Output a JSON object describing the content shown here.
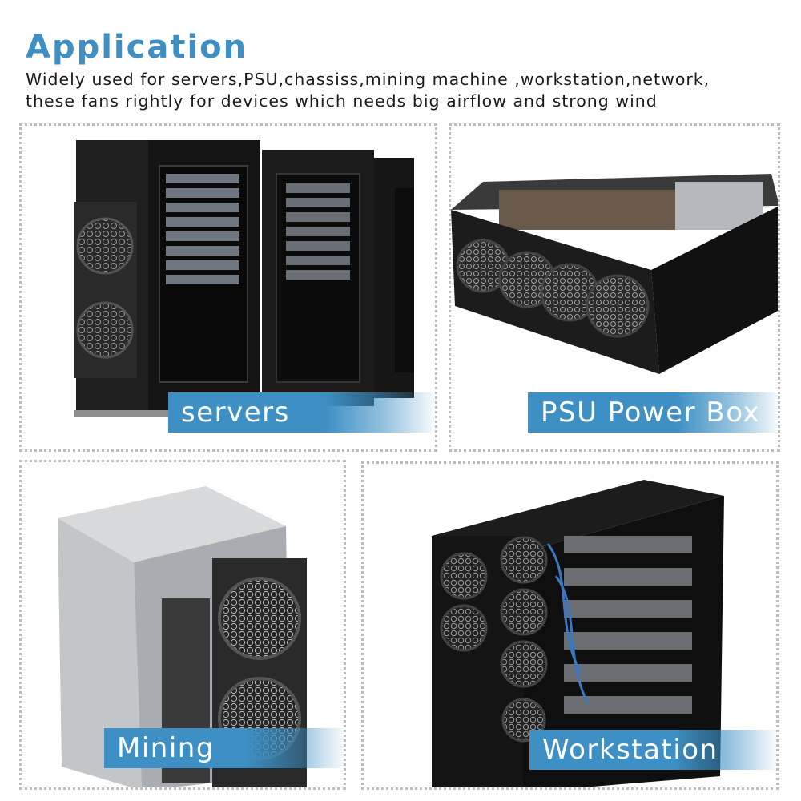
{
  "header": {
    "title": "Application",
    "line1": "Widely used for servers,PSU,chassiss,mining machine ,workstation,network,",
    "line2": "these fans rightly for devices which needs big airflow and strong wind"
  },
  "panels": [
    {
      "label": "servers"
    },
    {
      "label": "PSU Power Box"
    },
    {
      "label": "Mining"
    },
    {
      "label": "Workstation"
    }
  ],
  "colors": {
    "accent": "#3d8fc4",
    "border": "#bdbdbd",
    "text": "#1a1a1a"
  }
}
